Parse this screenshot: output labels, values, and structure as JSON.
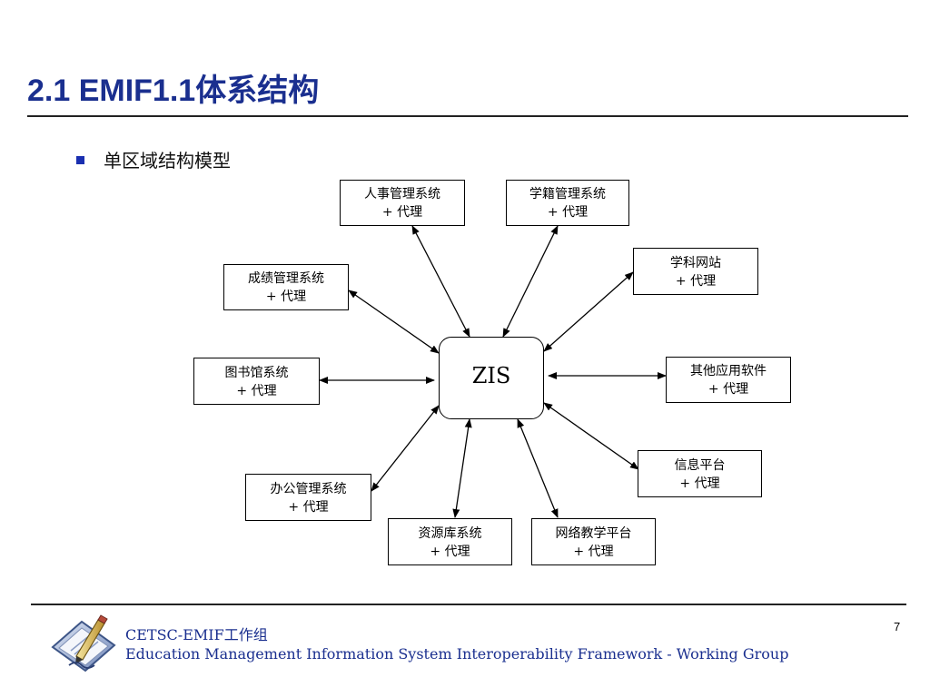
{
  "title": "2.1  EMIF1.1体系结构",
  "bullet": "单区域结构模型",
  "hub_label": "ZIS",
  "nodes": {
    "hr": {
      "line1": "人事管理系统",
      "line2": "+ 代理"
    },
    "student": {
      "line1": "学籍管理系统",
      "line2": "+ 代理"
    },
    "subject": {
      "line1": "学科网站",
      "line2": "+ 代理"
    },
    "grades": {
      "line1": "成绩管理系统",
      "line2": "+ 代理"
    },
    "library": {
      "line1": "图书馆系统",
      "line2": "+ 代理"
    },
    "other": {
      "line1": "其他应用软件",
      "line2": "+ 代理"
    },
    "info": {
      "line1": "信息平台",
      "line2": "+ 代理"
    },
    "office": {
      "line1": "办公管理系统",
      "line2": "+ 代理"
    },
    "resources": {
      "line1": "资源库系统",
      "line2": "+ 代理"
    },
    "elearning": {
      "line1": "网络教学平台",
      "line2": "+ 代理"
    }
  },
  "footer": {
    "org": "CETSC-EMIF工作组",
    "full_name": "Education Management Information System Interoperability Framework - Working Group",
    "page_number": "7"
  },
  "colors": {
    "title": "#1a2f8f",
    "bullet": "#1a2fb0",
    "footer_text": "#1a2f8f"
  }
}
